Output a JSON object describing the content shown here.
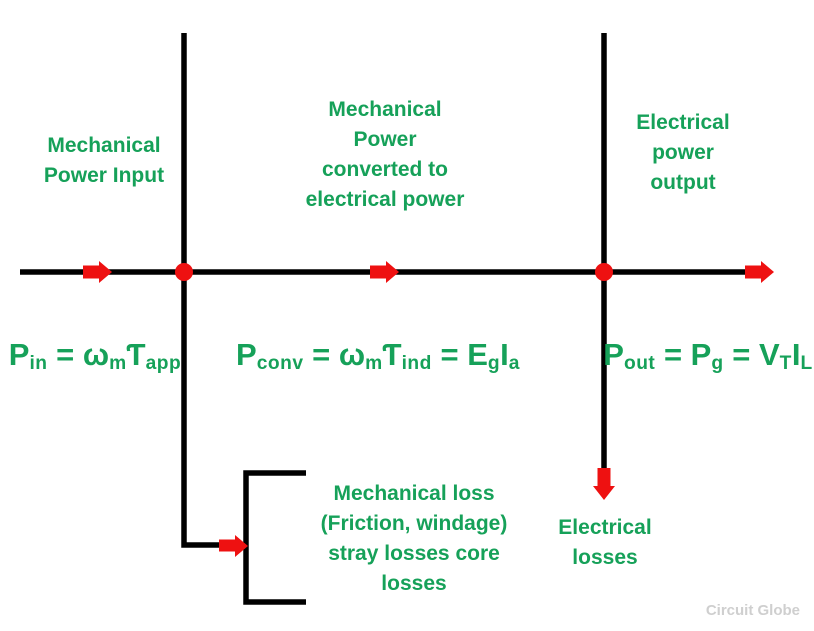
{
  "diagram": {
    "stages": {
      "input": {
        "label": "Mechanical\nPower Input"
      },
      "converted": {
        "label": "Mechanical\nPower\nconverted to\nelectrical power"
      },
      "output": {
        "label": "Electrical\npower\noutput"
      }
    },
    "losses": {
      "mechanical": {
        "label": "Mechanical loss\n(Friction, windage)\nstray losses core\nlosses"
      },
      "electrical": {
        "label": "Electrical\nlosses"
      }
    },
    "formulas": {
      "p_in": {
        "parts": [
          {
            "t": "P",
            "sub": "in"
          },
          {
            "t": " = "
          },
          {
            "t": "ω",
            "sub": "m"
          },
          {
            "t": "Ƭ",
            "sub": "app"
          }
        ]
      },
      "p_conv": {
        "parts": [
          {
            "t": "P",
            "sub": "conv"
          },
          {
            "t": " = "
          },
          {
            "t": "ω",
            "sub": "m"
          },
          {
            "t": "Ƭ",
            "sub": "ind"
          },
          {
            "t": " = "
          },
          {
            "t": "E",
            "sub": "g"
          },
          {
            "t": "I",
            "sub": "a"
          }
        ]
      },
      "p_out": {
        "parts": [
          {
            "t": "P",
            "sub": "out"
          },
          {
            "t": " = "
          },
          {
            "t": "P",
            "sub": "g"
          },
          {
            "t": " = "
          },
          {
            "t": "V",
            "sub": "T"
          },
          {
            "t": "I",
            "sub": "L"
          }
        ]
      }
    },
    "watermark": "Circuit Globe",
    "colors": {
      "text_green": "#16a159",
      "arrow_red": "#ee1111",
      "line_black": "#000000",
      "watermark_gray": "#cfcfcf"
    }
  }
}
